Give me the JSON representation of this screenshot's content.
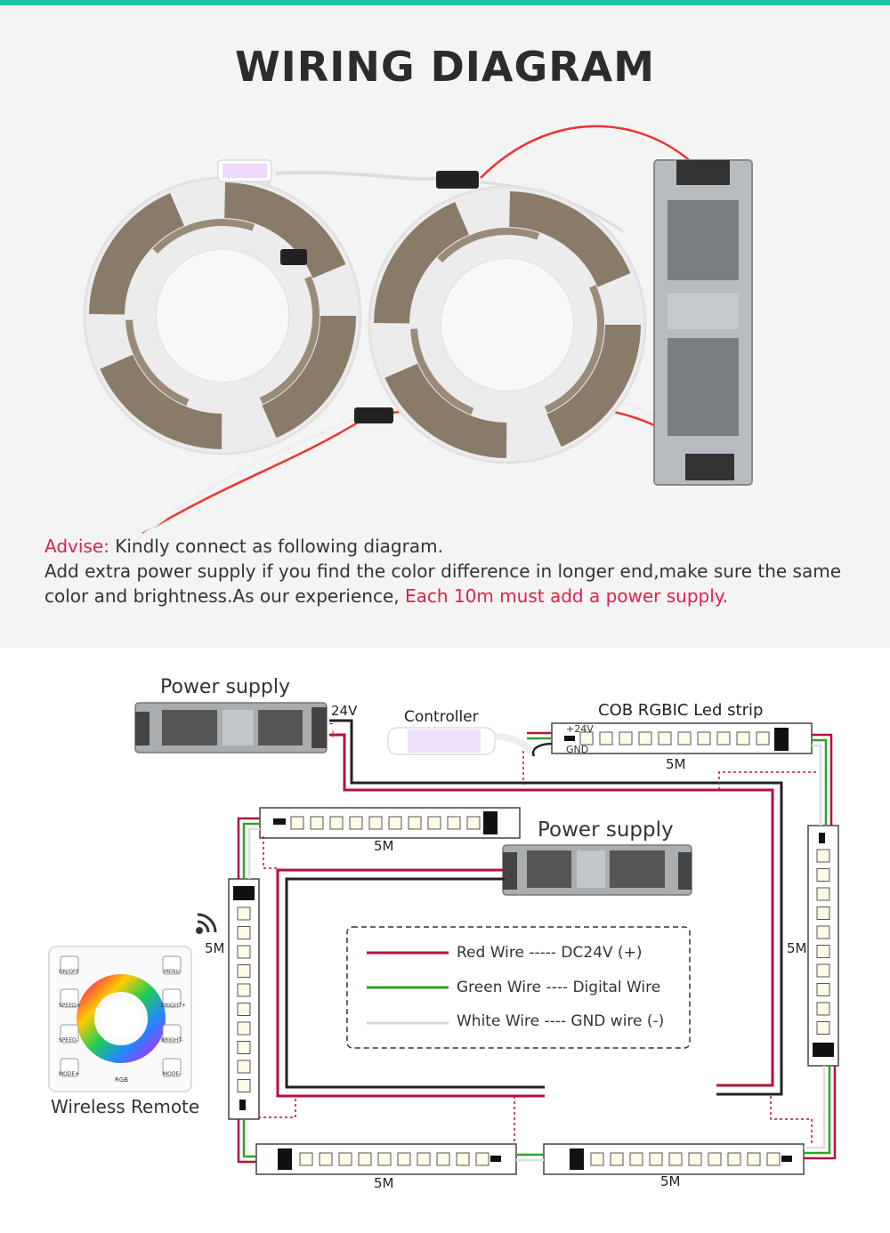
{
  "header": {
    "title": "WIRING DIAGRAM"
  },
  "advise": {
    "label": "Advise:",
    "line1": " Kindly connect as following diagram.",
    "line2": "Add extra power supply if you find the color difference in longer end,make sure the same color and brightness.As our experience, ",
    "highlight": "Each 10m must add a power supply."
  },
  "diagram": {
    "power_supply_1": "Power supply",
    "power_supply_2": "Power supply",
    "voltage": "24V",
    "minus": "-",
    "plus": "+",
    "controller": "Controller",
    "strip_title": "COB RGBIC Led strip",
    "pin_24v": "+24V",
    "pin_gnd": "GND",
    "length": "5M",
    "remote_label": "Wireless Remote",
    "remote": {
      "buttons": [
        "ON/OFF",
        "MENU",
        "SPEED+",
        "BRIGHT+",
        "SPEED-",
        "BRIGHT-",
        "MODE+",
        "MODE-"
      ],
      "brand": "RGB"
    }
  },
  "legend": [
    {
      "text": "Red Wire ----- DC24V (+)",
      "color": "#b5123a"
    },
    {
      "text": "Green Wire ---- Digital Wire",
      "color": "#2aa52a"
    },
    {
      "text": "White Wire ---- GND wire (-)",
      "color": "#d8d8d8"
    }
  ],
  "colors": {
    "accent": "#20c0a0",
    "highlight": "#e0224a",
    "red_wire": "#b5123a",
    "green_wire": "#2aa52a",
    "black_wire": "#222222"
  }
}
